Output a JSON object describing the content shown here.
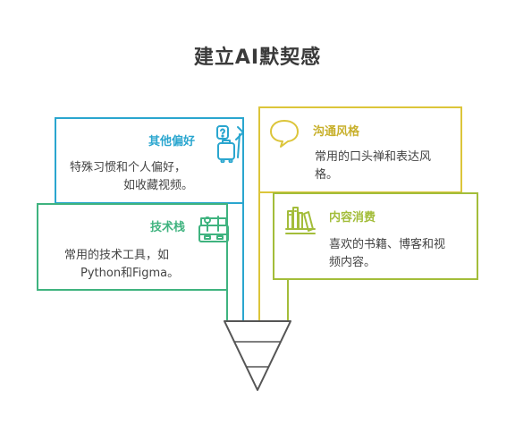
{
  "title": "建立AI默契感",
  "colors": {
    "blue": "#2aa6cf",
    "yellow": "#dcc53a",
    "green": "#3fb37f",
    "olive": "#a3bd3a",
    "funnel": "#555555"
  },
  "cards": {
    "preferences": {
      "title": "其他偏好",
      "text_line1": "特殊习惯和个人偏好，",
      "text_line2": "如收藏视频。",
      "icon": "person-umbrella-luggage-icon"
    },
    "communication": {
      "title": "沟通风格",
      "text_line1": "常用的口头禅和表达风",
      "text_line2": "格。",
      "icon": "speech-bubble-icon"
    },
    "tech_stack": {
      "title": "技术栈",
      "text_line1": "常用的技术工具，如",
      "text_line2": "Python和Figma。",
      "icon": "toolbox-icon"
    },
    "content": {
      "title": "内容消费",
      "text_line1": "喜欢的书籍、博客和视",
      "text_line2": "频内容。",
      "icon": "bookshelf-icon"
    }
  }
}
